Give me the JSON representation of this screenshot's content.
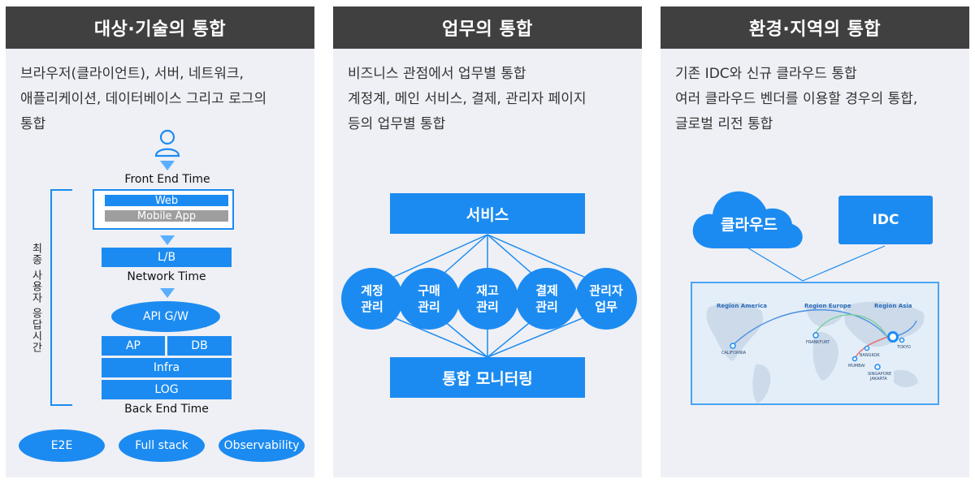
{
  "panels": {
    "targets": {
      "title": "대상·기술의 통합",
      "description": [
        "브라우저(클라이언트), 서버, 네트워크,",
        "애플리케이션, 데이터베이스 그리고 로그의",
        "통합"
      ],
      "stack": {
        "front_end_label": "Front End Time",
        "web": "Web",
        "mobile_app": "Mobile App",
        "lb": "L/B",
        "network_label": "Network Time",
        "api_gw": "API G/W",
        "ap": "AP",
        "db": "DB",
        "infra": "Infra",
        "log": "LOG",
        "back_end_label": "Back End Time",
        "response_time_label": "최종 사용자 응답시간"
      },
      "tags": [
        "E2E",
        "Full stack",
        "Observability"
      ]
    },
    "business": {
      "title": "업무의 통합",
      "description": [
        "비즈니스 관점에서 업무별 통합",
        "계정계, 메인 서비스, 결제, 관리자 페이지",
        "등의 업무별 통합"
      ],
      "service_label": "서비스",
      "monitoring_label": "통합 모니터링",
      "nodes": [
        [
          "계정",
          "관리"
        ],
        [
          "구매",
          "관리"
        ],
        [
          "재고",
          "관리"
        ],
        [
          "결제",
          "관리"
        ],
        [
          "관리자",
          "업무"
        ]
      ]
    },
    "environment": {
      "title": "환경·지역의 통합",
      "description": [
        "기존 IDC와 신규 클라우드 통합",
        "여러 클라우드 벤더를 이용할 경우의 통합,",
        "글로벌 리전 통합"
      ],
      "cloud_label": "클라우드",
      "idc_label": "IDC",
      "map": {
        "regions": [
          "Region America",
          "Region Europe",
          "Region Asia"
        ],
        "cities": [
          "CALIFORNIA",
          "FRANKFURT",
          "MUMBAI",
          "BANGKOK",
          "TOKYO",
          "SINGAPORE",
          "JAKARTA"
        ]
      }
    }
  },
  "colors": {
    "accent": "#1c8bf1",
    "header": "#404040",
    "panel_bg": "#eef0f5",
    "mobile_bar": "#9e9e9e"
  }
}
